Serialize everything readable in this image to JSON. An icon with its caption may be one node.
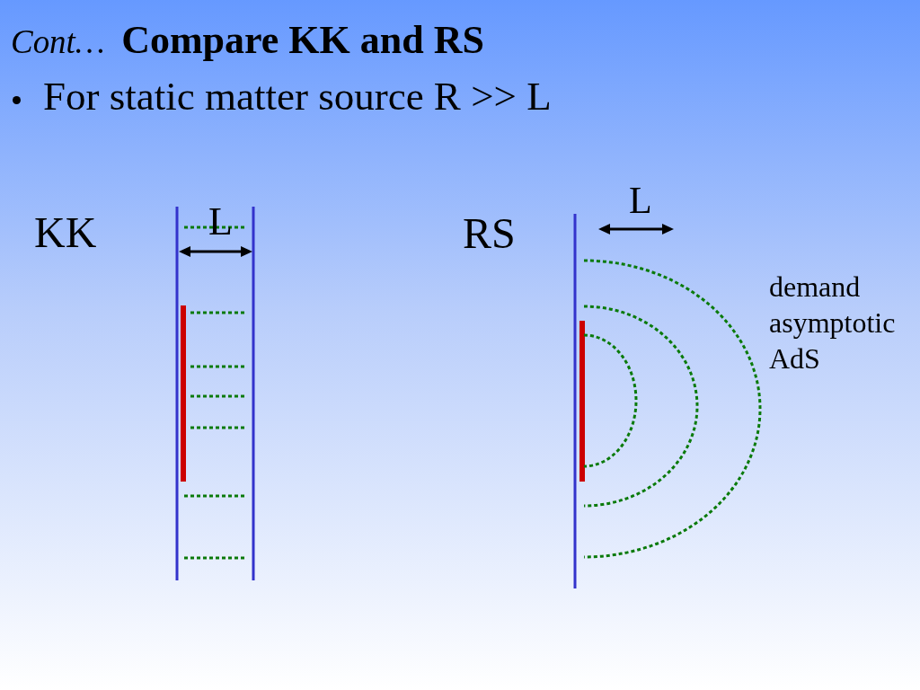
{
  "diagram": {
    "title": "*Cont…* Compare KK and RS",
    "labels": [
      "For static matter source R >> L",
      "KK",
      "L",
      "RS",
      "L",
      "demand asymptotic AdS"
    ]
  }
}
